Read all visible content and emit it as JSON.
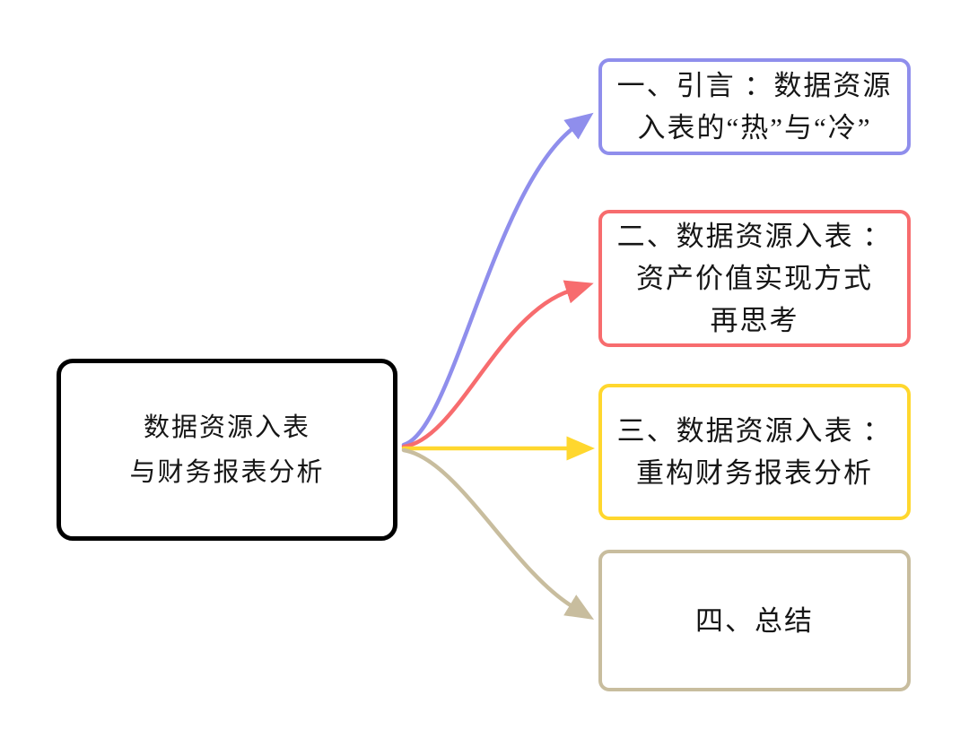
{
  "canvas": {
    "background": "#ffffff",
    "text_color": "#161616"
  },
  "root": {
    "lines": [
      "数据资源入表",
      "与财务报表分析"
    ],
    "border_color": "#000000"
  },
  "branches": [
    {
      "id": "intro",
      "lines": [
        "一、引言 ：数据资源",
        "入表的“热”与“冷”"
      ],
      "color": "#8f8eec"
    },
    {
      "id": "asset-value-rethink",
      "lines": [
        "二、数据资源入表 ：",
        "资产价值实现方式",
        "再思考"
      ],
      "color": "#f76c6e"
    },
    {
      "id": "restructure-statement-analysis",
      "lines": [
        "三、数据资源入表 ：",
        "重构财务报表分析"
      ],
      "color": "#ffd72e"
    },
    {
      "id": "summary",
      "lines": [
        "四、总结"
      ],
      "color": "#c8bd9e"
    }
  ]
}
